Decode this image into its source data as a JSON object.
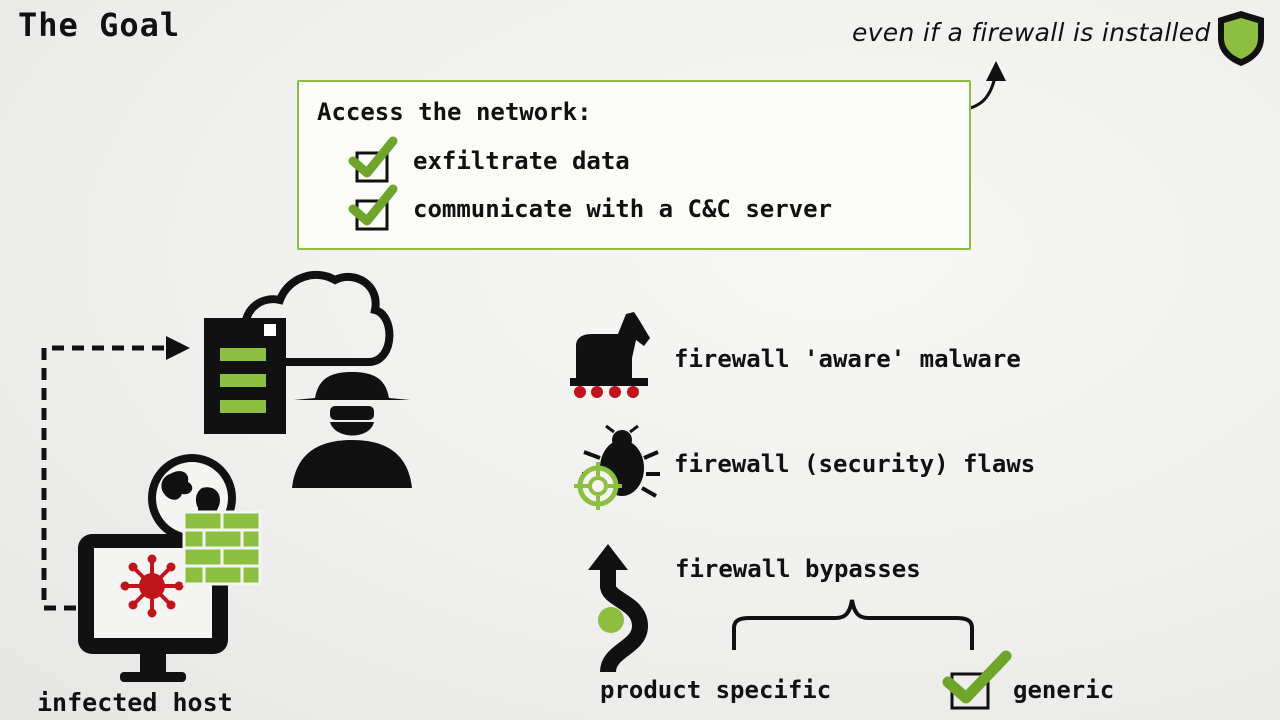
{
  "title": "The Goal",
  "note": "even if a firewall is installed",
  "goal_box": {
    "heading": "Access the network:",
    "items": [
      "exfiltrate data",
      "communicate with a C&C server"
    ]
  },
  "host_label": "infected host",
  "techniques": [
    {
      "label": "firewall 'aware' malware",
      "icon": "trojan-horse-icon"
    },
    {
      "label": "firewall (security) flaws",
      "icon": "bug-target-icon"
    },
    {
      "label": "firewall bypasses",
      "icon": "bypass-arrow-icon"
    }
  ],
  "bypass_types": {
    "left": "product specific",
    "right": "generic"
  },
  "colors": {
    "accent": "#8cbf3f",
    "danger": "#c0141b",
    "ink": "#111111"
  }
}
